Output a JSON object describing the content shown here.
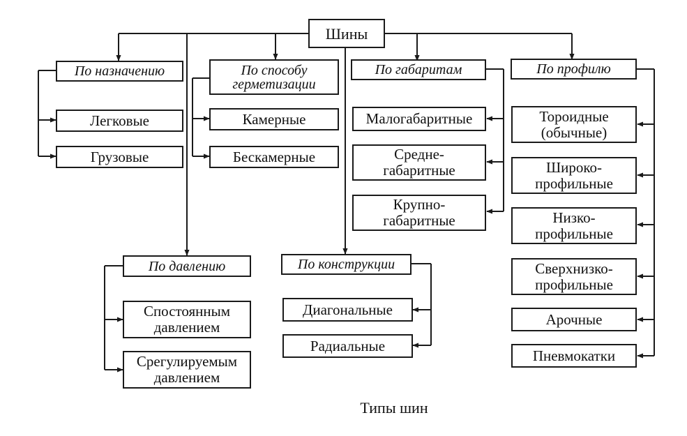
{
  "root": "Шины",
  "groups": {
    "purpose": {
      "label": "По назначению",
      "items": [
        "Легковые",
        "Грузовые"
      ]
    },
    "sealing": {
      "label": [
        "По способу",
        "герметизации"
      ],
      "items": [
        "Камерные",
        "Бескамерные"
      ]
    },
    "size": {
      "label": "По габаритам",
      "items": [
        [
          "Малогабаритные"
        ],
        [
          "Средне-",
          "габаритные"
        ],
        [
          "Крупно-",
          "габаритные"
        ]
      ]
    },
    "profile": {
      "label": "По профилю",
      "items": [
        [
          "Тороидные",
          "(обычные)"
        ],
        [
          "Широко-",
          "профильные"
        ],
        [
          "Низко-",
          "профильные"
        ],
        [
          "Сверхнизко-",
          "профильные"
        ],
        [
          "Арочные"
        ],
        [
          "Пневмокатки"
        ]
      ]
    },
    "pressure": {
      "label": "По давлению",
      "items": [
        [
          "Спостоянным",
          "давлением"
        ],
        [
          "Срегулируемым",
          "давлением"
        ]
      ]
    },
    "construction": {
      "label": "По конструкции",
      "items": [
        "Диагональные",
        "Радиальные"
      ]
    }
  },
  "caption": "Типы шин"
}
